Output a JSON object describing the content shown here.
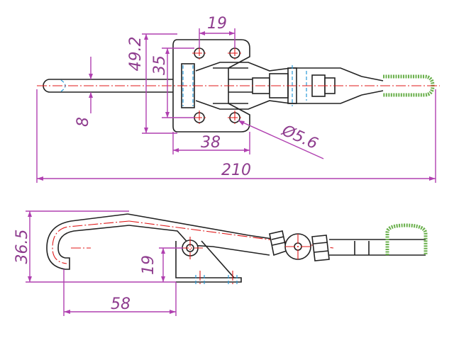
{
  "dimensions": {
    "top_view": {
      "hole_spacing_x": "19",
      "overall_height": "49.2",
      "hole_spacing_y": "35",
      "rod_diameter": "8",
      "base_width": "38",
      "hole_diameter": "Ø5.6",
      "overall_length": "210"
    },
    "side_view": {
      "hook_height": "36.5",
      "pivot_height": "19",
      "hook_reach": "58"
    }
  },
  "colors": {
    "dimension": "#b040b0",
    "dimension_text": "#8e3c8e",
    "outline": "#222222",
    "centerline": "#e01818",
    "hidden": "#2a9ad8",
    "grip": "#6ab04c"
  }
}
